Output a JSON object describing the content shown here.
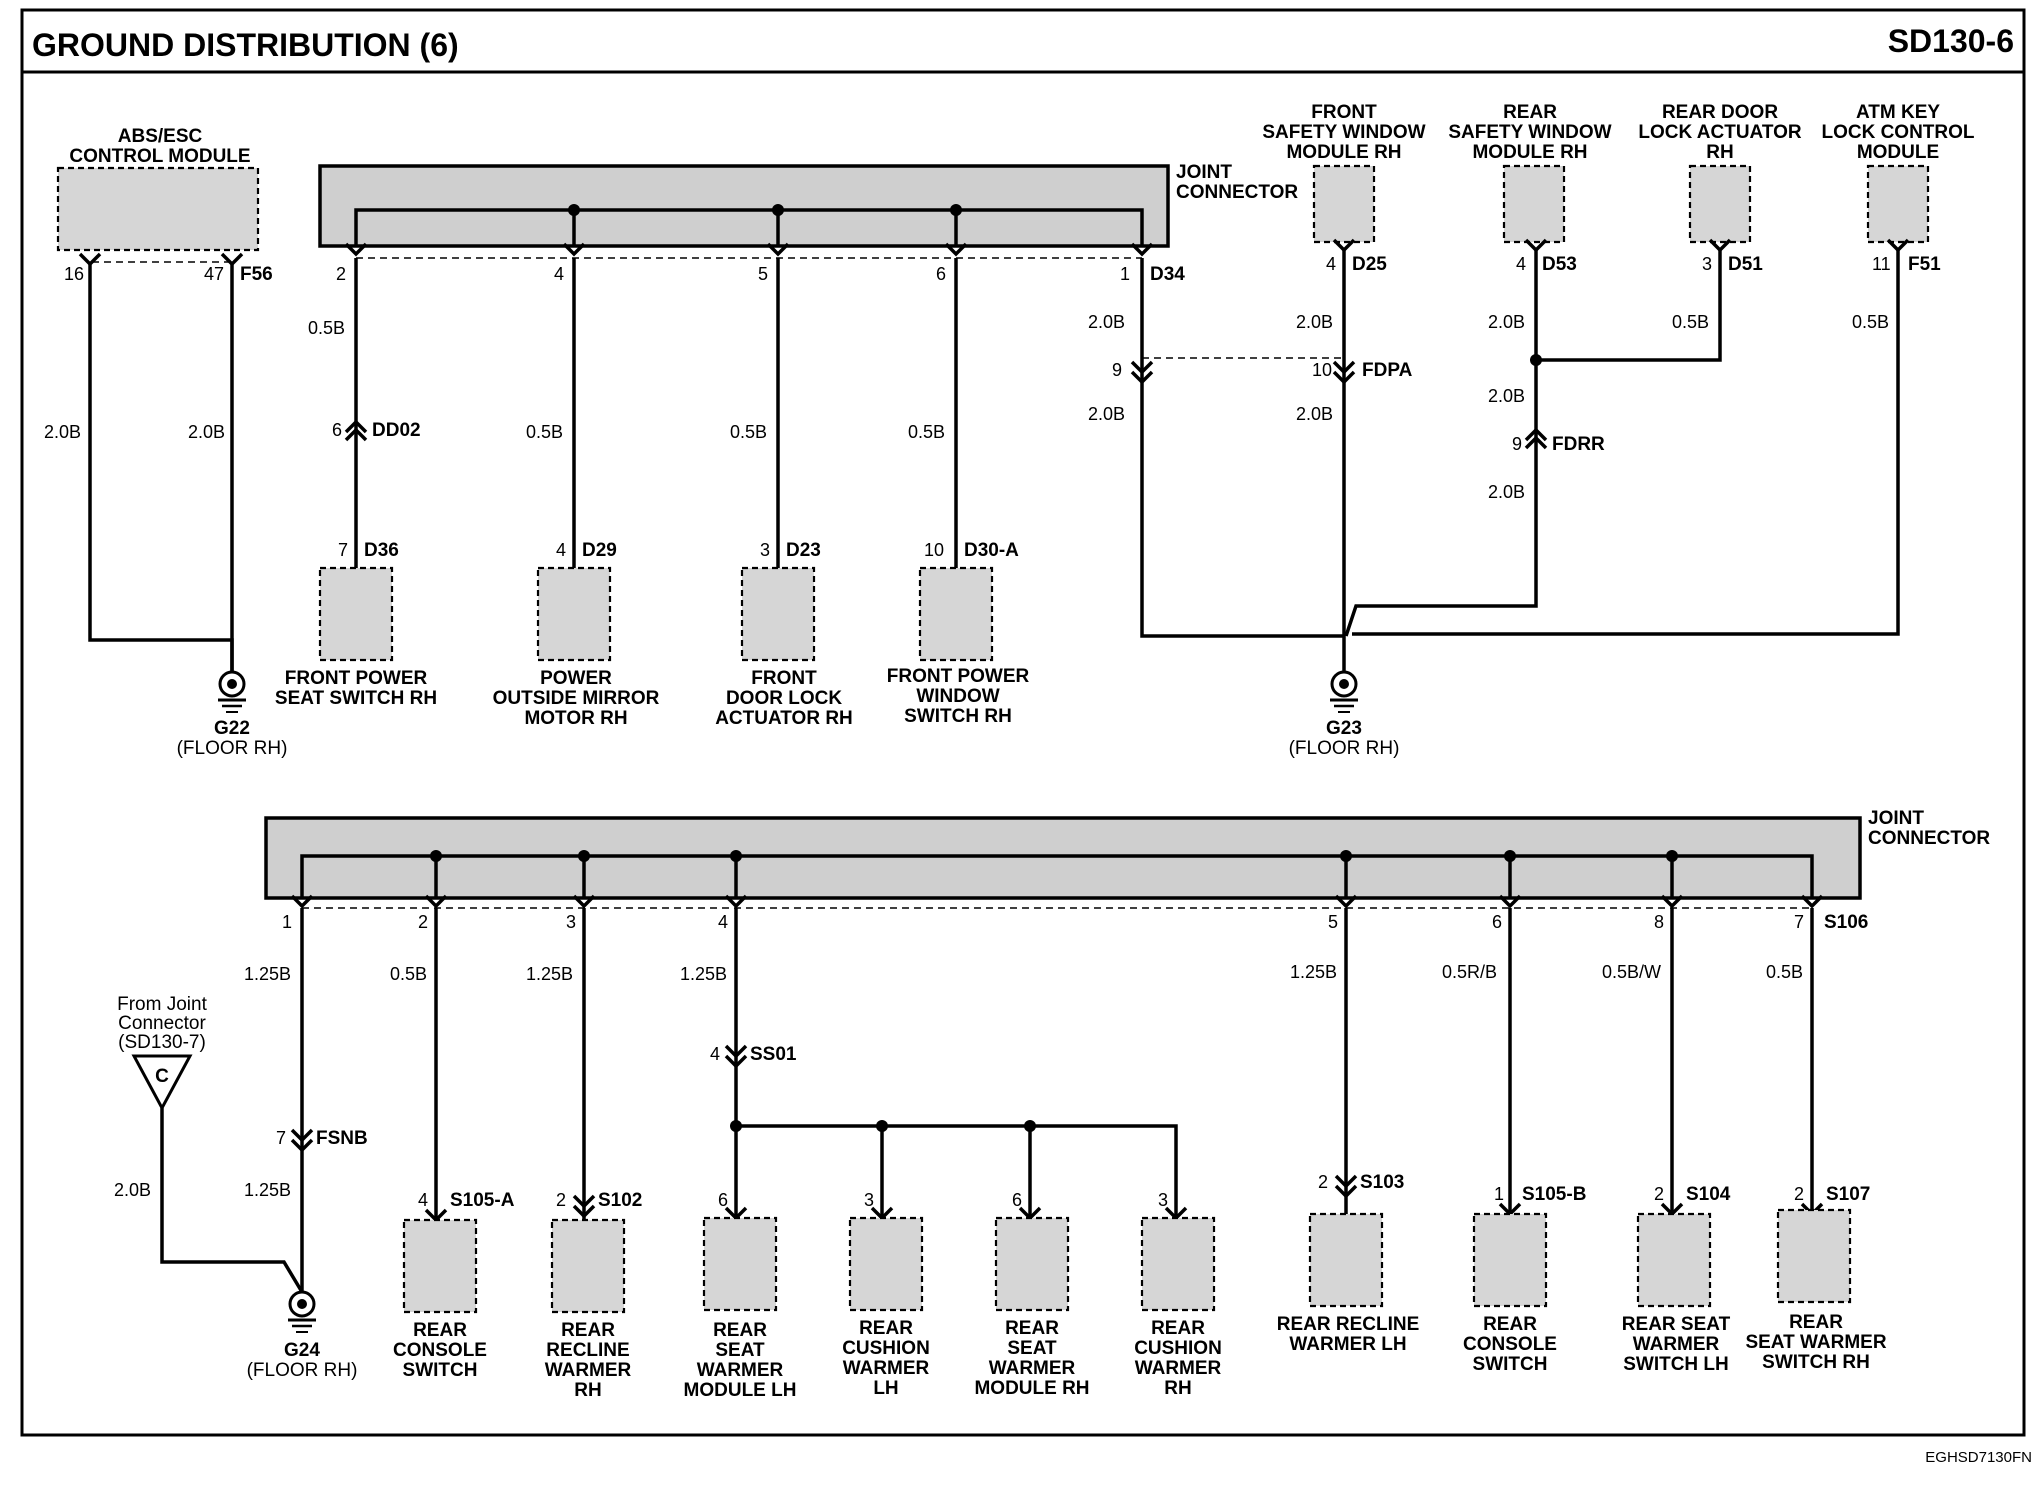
{
  "header": {
    "title": "GROUND DISTRIBUTION (6)",
    "page_code": "SD130-6"
  },
  "footer_code": "EGHSD7130FN",
  "joint_connector_label": [
    "JOINT",
    "CONNECTOR"
  ],
  "grounds": {
    "g22": {
      "id": "G22",
      "location": "(FLOOR RH)"
    },
    "g23": {
      "id": "G23",
      "location": "(FLOOR RH)"
    },
    "g24": {
      "id": "G24",
      "location": "(FLOOR RH)"
    }
  },
  "top_left": {
    "abs": {
      "label": [
        "ABS/ESC",
        "CONTROL MODULE"
      ],
      "pin_a": "16",
      "pin_b": "47",
      "connector": "F56",
      "gauge_a": "2.0B",
      "gauge_b": "2.0B"
    }
  },
  "top_joint": {
    "connector": "D34",
    "branches": [
      {
        "pin": "2",
        "gauge_top": "0.5B",
        "inline_pin": "6",
        "inline_conn": "DD02",
        "gauge_bottom": "",
        "comp_pin": "7",
        "comp_conn": "D36",
        "label": [
          "FRONT POWER",
          "SEAT SWITCH RH"
        ]
      },
      {
        "pin": "4",
        "gauge_top": "0.5B",
        "comp_pin": "4",
        "comp_conn": "D29",
        "label": [
          "POWER",
          "OUTSIDE MIRROR",
          "MOTOR RH"
        ]
      },
      {
        "pin": "5",
        "gauge_top": "0.5B",
        "comp_pin": "3",
        "comp_conn": "D23",
        "label": [
          "FRONT",
          "DOOR LOCK",
          "ACTUATOR RH"
        ]
      },
      {
        "pin": "6",
        "gauge_top": "0.5B",
        "comp_pin": "10",
        "comp_conn": "D30-A",
        "label": [
          "FRONT POWER",
          "WINDOW",
          "SWITCH RH"
        ]
      }
    ],
    "out_pin": "1",
    "out_gauge_top": "2.0B",
    "out_inline_pin": "9",
    "out_gauge_bottom": "2.0B"
  },
  "top_right": {
    "fpda_conn": "FDPA",
    "fpda_pin": "10",
    "fdrr_conn": "FDRR",
    "fdrr_pin": "9",
    "modules": [
      {
        "label": [
          "FRONT",
          "SAFETY WINDOW",
          "MODULE RH"
        ],
        "pin": "4",
        "conn": "D25",
        "gauge_top": "2.0B",
        "gauge_bottom": "2.0B"
      },
      {
        "label": [
          "REAR",
          "SAFETY WINDOW",
          "MODULE RH"
        ],
        "pin": "4",
        "conn": "D53",
        "gauge_top": "2.0B",
        "gauge_mid": "2.0B",
        "gauge_bottom": "2.0B"
      },
      {
        "label": [
          "REAR DOOR",
          "LOCK ACTUATOR",
          "RH"
        ],
        "pin": "3",
        "conn": "D51",
        "gauge_top": "0.5B"
      },
      {
        "label": [
          "ATM KEY",
          "LOCK CONTROL",
          "MODULE"
        ],
        "pin": "11",
        "conn": "F51",
        "gauge_top": "0.5B"
      }
    ]
  },
  "bottom_joint": {
    "connector": "S106",
    "from_joint": {
      "label": [
        "From Joint",
        "Connector",
        "(SD130-7)"
      ],
      "symbol": "C",
      "gauge": "2.0B"
    },
    "fsnb": {
      "pin": "7",
      "conn": "FSNB",
      "gauge_top": "1.25B",
      "gauge_bottom": "1.25B",
      "joint_pin": "1"
    },
    "ss01": {
      "pin": "4",
      "conn": "SS01",
      "joint_pin": "4",
      "gauge": "1.25B"
    },
    "branches": [
      {
        "joint_pin": "2",
        "gauge": "0.5B",
        "comp_pin": "4",
        "comp_conn": "S105-A",
        "label": [
          "REAR",
          "CONSOLE",
          "SWITCH"
        ]
      },
      {
        "joint_pin": "3",
        "gauge": "1.25B",
        "comp_pin": "2",
        "comp_conn": "S102",
        "label": [
          "REAR",
          "RECLINE",
          "WARMER",
          "RH"
        ]
      },
      {
        "comp_pin": "6",
        "label": [
          "REAR",
          "SEAT",
          "WARMER",
          "MODULE LH"
        ]
      },
      {
        "comp_pin": "3",
        "label": [
          "REAR",
          "CUSHION",
          "WARMER",
          "LH"
        ]
      },
      {
        "comp_pin": "6",
        "label": [
          "REAR",
          "SEAT",
          "WARMER",
          "MODULE RH"
        ]
      },
      {
        "comp_pin": "3",
        "label": [
          "REAR",
          "CUSHION",
          "WARMER",
          "RH"
        ]
      },
      {
        "joint_pin": "5",
        "gauge": "1.25B",
        "comp_pin": "2",
        "comp_conn": "S103",
        "label": [
          "REAR RECLINE",
          "WARMER LH"
        ]
      },
      {
        "joint_pin": "6",
        "gauge": "0.5R/B",
        "comp_pin": "1",
        "comp_conn": "S105-B",
        "label": [
          "REAR",
          "CONSOLE",
          "SWITCH"
        ]
      },
      {
        "joint_pin": "8",
        "gauge": "0.5B/W",
        "comp_pin": "2",
        "comp_conn": "S104",
        "label": [
          "REAR SEAT",
          "WARMER",
          "SWITCH LH"
        ]
      },
      {
        "joint_pin": "7",
        "gauge": "0.5B",
        "comp_pin": "2",
        "comp_conn": "S107",
        "label": [
          "REAR",
          "SEAT WARMER",
          "SWITCH RH"
        ]
      }
    ]
  }
}
